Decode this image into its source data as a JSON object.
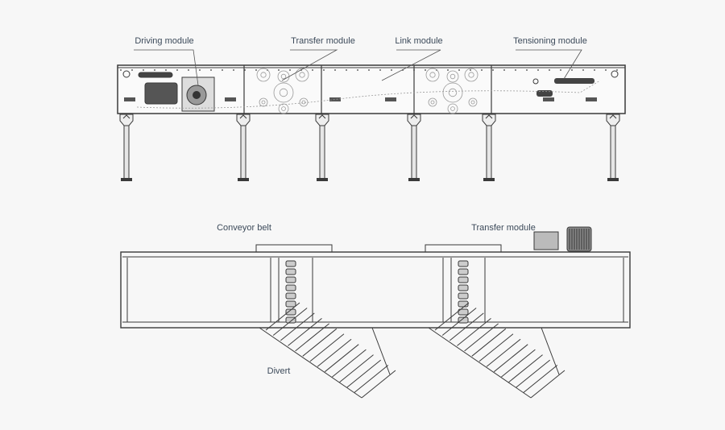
{
  "side_view": {
    "labels": {
      "driving": "Driving module",
      "transfer": "Transfer module",
      "link": "Link module",
      "tensioning": "Tensioning module"
    }
  },
  "top_view": {
    "labels": {
      "belt": "Conveyor belt",
      "transfer": "Transfer module",
      "divert": "Divert"
    }
  },
  "colors": {
    "line": "#3a3a3a",
    "light": "#9a9a9a",
    "label": "#3c4a5a",
    "background": "#f7f7f7"
  }
}
